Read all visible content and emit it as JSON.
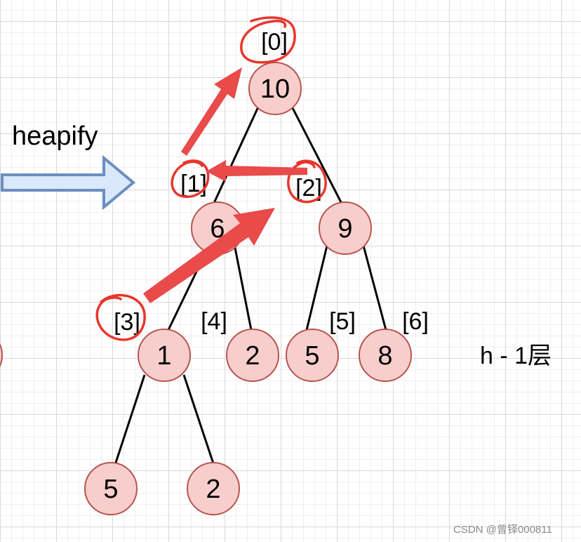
{
  "heading": "heapify",
  "layer_label": "h - 1层",
  "watermark": "CSDN @曾铎000811",
  "nodes": {
    "n0": "10",
    "n1": "6",
    "n2": "9",
    "n3": "1",
    "n4": "2",
    "n5": "5",
    "n6": "8",
    "n7": "5",
    "n8": "2"
  },
  "index_labels": {
    "i0": "[0]",
    "i1": "[1]",
    "i2": "[2]",
    "i3": "[3]",
    "i4": "[4]",
    "i5": "[5]",
    "i6": "[6]"
  },
  "colors": {
    "node_fill": "#f8cecc",
    "node_stroke": "#b85450",
    "annotation_red": "#e94a4a",
    "arrow_fill": "#dae8fc",
    "arrow_stroke": "#6c8ebf"
  }
}
